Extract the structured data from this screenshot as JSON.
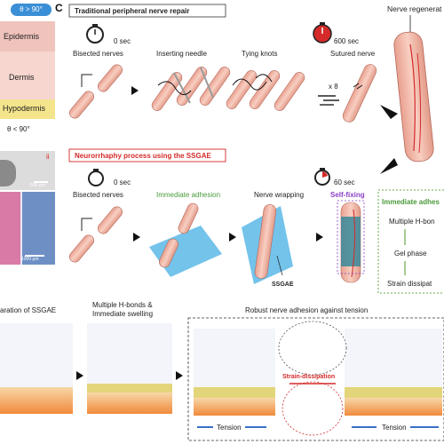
{
  "panel_c_letter": "C",
  "left_strip": {
    "angle_top": "θ > 90°",
    "epidermis": "Epidermis",
    "dermis": "Dermis",
    "hypodermis": "Hypodermis",
    "angle_bottom": "θ < 90°",
    "micro_label_ii": "ii",
    "scale_500": "500 μm",
    "scale_1000": "1000 μm"
  },
  "traditional": {
    "title": "Traditional peripheral nerve repair",
    "time_start": "0 sec",
    "time_end": "600 sec",
    "steps": [
      "Bisected nerves",
      "Inserting needle",
      "Tying knots",
      "Sutured nerve"
    ],
    "repeat": "x 8"
  },
  "nerve_regen": "Nerve regenerat",
  "ssgae_proc": {
    "title": "Neurorrhaphy process using the SSGAE",
    "time_start": "0 sec",
    "time_end": "60 sec",
    "steps": [
      "Bisected nerves",
      "Immediate adhesion",
      "Nerve wrapping",
      "Self-fixing"
    ],
    "ssgae_label": "SSGAE"
  },
  "right_box": {
    "title": "Immediate adhes",
    "items": [
      "Multiple H-bon",
      "Gel phase",
      "Strain dissipat"
    ]
  },
  "bottom": {
    "p1": "aration of SSGAE",
    "p2_line1": "Multiple H-bonds &",
    "p2_line2": "Immediate swelling",
    "p3": "Robust nerve adhesion against tension",
    "strain": "Strain-dissipation",
    "tension": "Tension"
  },
  "colors": {
    "timer_red": "#d42a2a",
    "green_accent": "#6aa84f",
    "purple_accent": "#8a3fc8",
    "ssgae_blue": "#5bb8e8",
    "nerve_pink": "#f2b3a4"
  }
}
